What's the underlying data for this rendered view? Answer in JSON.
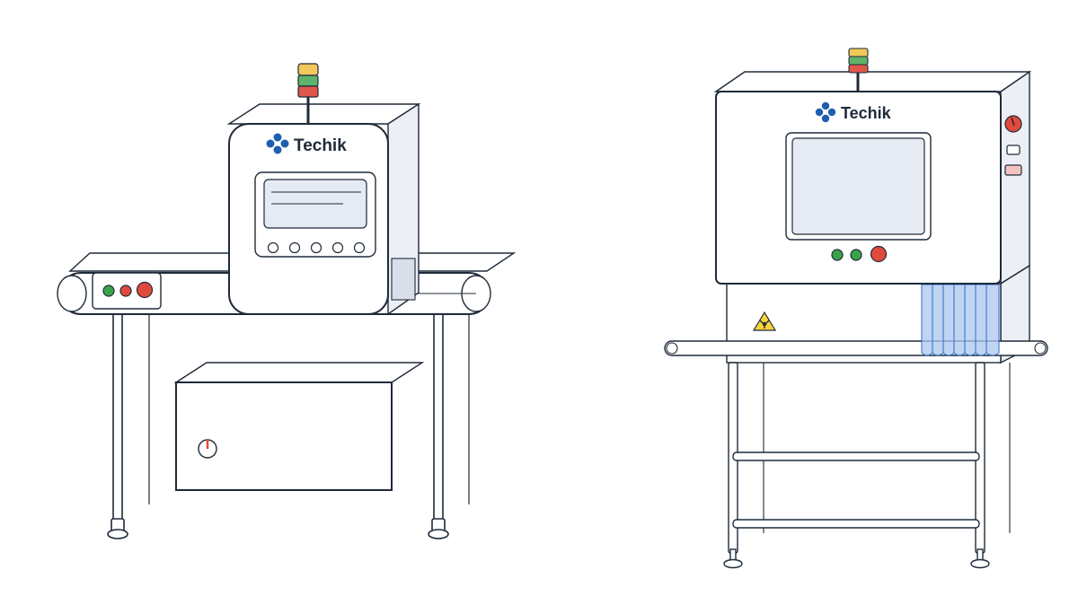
{
  "machines": [
    {
      "name": "conveyor-inspection-machine",
      "brand": "Techik"
    },
    {
      "name": "xray-inspection-machine",
      "brand": "Techik"
    }
  ],
  "colors": {
    "outline": "#1f2a3a",
    "panel_side": "#eceff5",
    "screen": "#e6ebf3",
    "lamp_yellow": "#f2c85b",
    "lamp_green": "#5fb36b",
    "lamp_red": "#e0564a",
    "button_green": "#3aa34a",
    "button_red": "#e04a3c",
    "logo_blue": "#1f5fb0",
    "curtain_blue": "#a9c7ef",
    "warning_yellow": "#f6d43a"
  }
}
